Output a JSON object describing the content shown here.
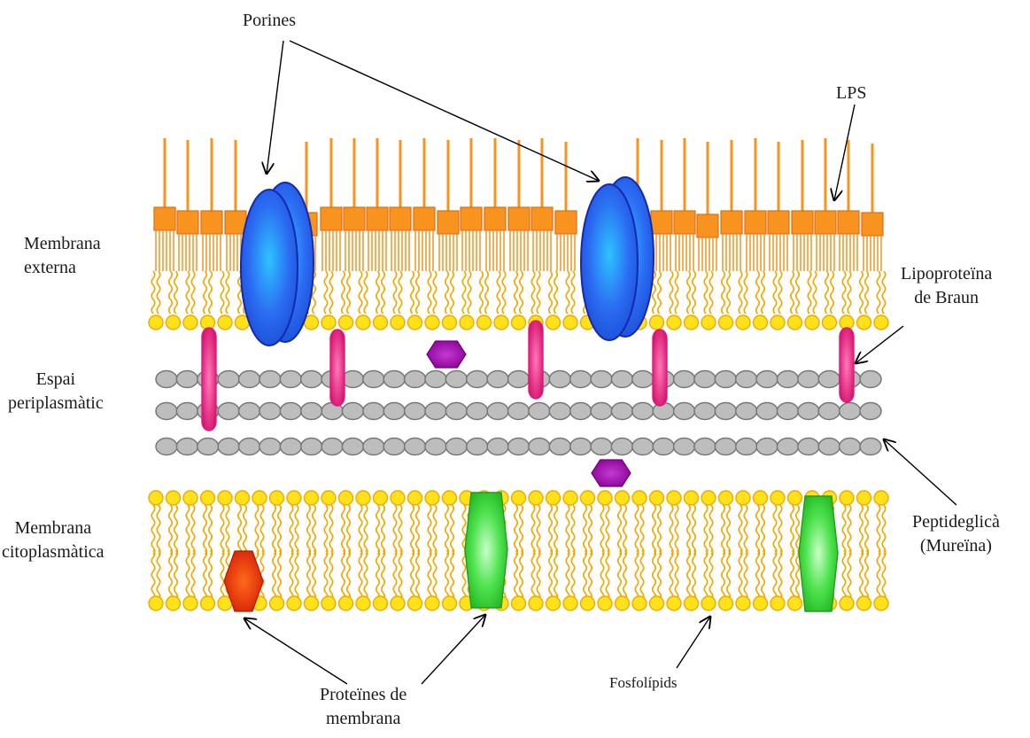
{
  "labels": {
    "porines": "Porines",
    "lps": "LPS",
    "membrana_externa": [
      "Membrana",
      "externa"
    ],
    "lipoproteina": [
      "Lipoproteïna",
      "de Braun"
    ],
    "espai_periplasmatic": [
      "Espai",
      "periplasmàtic"
    ],
    "peptidoglica": [
      "Peptideglicà",
      "(Mureïna)"
    ],
    "membrana_citoplasmatica": [
      "Membrana",
      "citoplasmàtica"
    ],
    "proteines_membrana": [
      "Proteïnes de",
      "membrana"
    ],
    "fosfolipids": "Fosfolípids"
  },
  "colors": {
    "lps": "#f7931e",
    "lps_stroke": "#e06d10",
    "lipid_head": "#ffe21a",
    "lipid_head_stroke": "#f5a700",
    "lipid_tail": "#f5a700",
    "porin": "#2b6bf2",
    "porin_stroke": "#1628b0",
    "braun": "#e0197a",
    "peptidoglycan": "#bdbdbd",
    "peptidoglycan_stroke": "#777777",
    "purple_protein": "#9a0aa8",
    "green_protein": "#3fd93f",
    "red_protein": "#e52e0a",
    "arrow": "#000000"
  },
  "icons": {
    "porin": "porin-icon",
    "lps_molecule": "lps-molecule-icon",
    "phospholipid": "phospholipid-icon",
    "peptidoglycan_bead": "peptidoglycan-bead-icon",
    "braun_lipoprotein": "braun-lipoprotein-icon",
    "periplasmic_protein": "periplasmic-protein-icon",
    "membrane_protein": "membrane-protein-icon"
  }
}
